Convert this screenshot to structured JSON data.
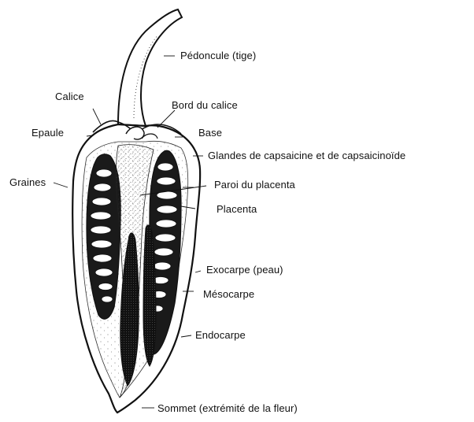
{
  "labels": {
    "peduncle": "Pédoncule (tige)",
    "calyx": "Calice",
    "calyx_edge": "Bord du calice",
    "shoulder": "Epaule",
    "base": "Base",
    "glands": "Glandes de capsaicine et de capsaicinoïde",
    "seeds": "Graines",
    "placenta_wall": "Paroi du placenta",
    "placenta": "Placenta",
    "exocarp": "Exocarpe (peau)",
    "mesocarp": "Mésocarpe",
    "endocarp": "Endocarpe",
    "apex": "Sommet (extrémité de la fleur)"
  }
}
